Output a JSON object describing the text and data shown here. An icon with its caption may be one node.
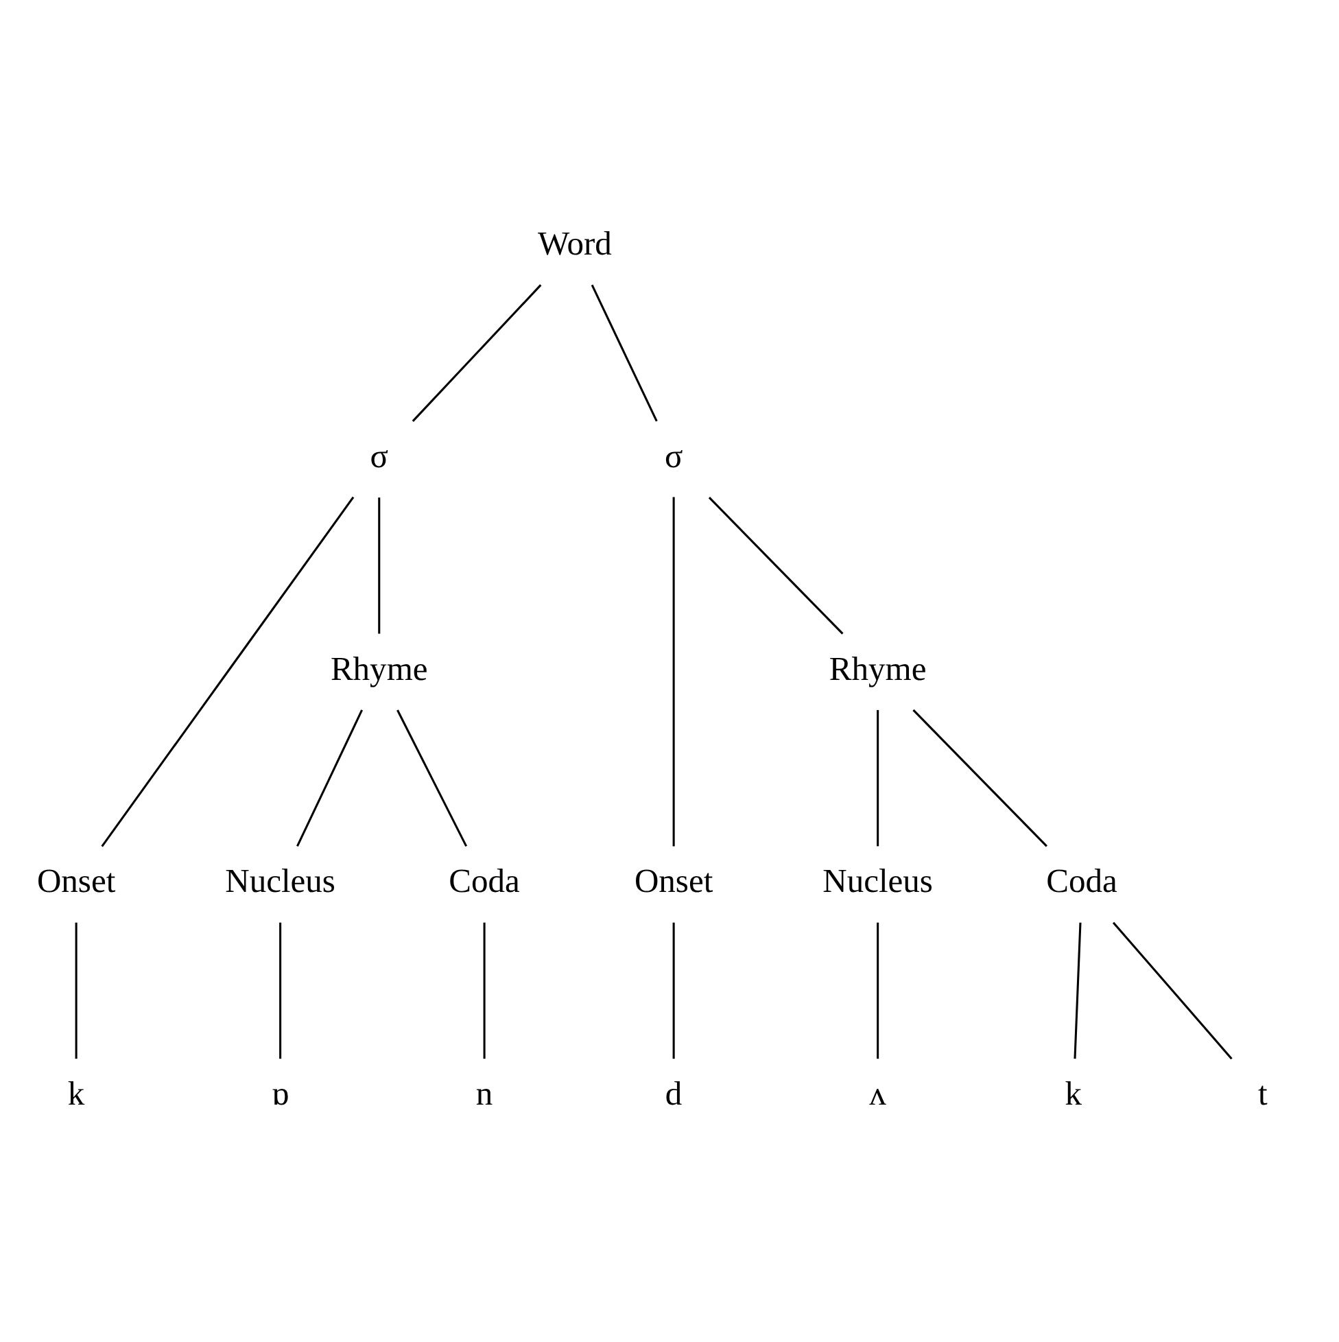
{
  "diagram": {
    "nodes": [
      {
        "text": [
          "Word"
        ]
      },
      {
        "text": [
          "σ"
        ]
      },
      {
        "text": [
          "σ"
        ]
      },
      {
        "text": [
          "Rhyme"
        ]
      },
      {
        "text": [
          "Rhyme"
        ]
      },
      {
        "text": [
          "Onset"
        ]
      },
      {
        "text": [
          "Nucleus"
        ]
      },
      {
        "text": [
          "Coda"
        ]
      },
      {
        "text": [
          "Onset"
        ]
      },
      {
        "text": [
          "Nucleus"
        ]
      },
      {
        "text": [
          "Coda"
        ]
      },
      {
        "text": [
          "k"
        ]
      },
      {
        "text": [
          "ɒ"
        ]
      },
      {
        "text": [
          "n"
        ]
      },
      {
        "text": [
          "d"
        ]
      },
      {
        "text": [
          "ʌ"
        ]
      },
      {
        "text": [
          "k"
        ]
      },
      {
        "text": [
          "t"
        ]
      }
    ],
    "edges": [
      {
        "from": 0,
        "to": 1,
        "arrow": "none"
      },
      {
        "from": 0,
        "to": 2,
        "arrow": "none"
      },
      {
        "from": 1,
        "to": 5,
        "arrow": "none"
      },
      {
        "from": 1,
        "to": 3,
        "arrow": "none"
      },
      {
        "from": 3,
        "to": 6,
        "arrow": "none"
      },
      {
        "from": 3,
        "to": 7,
        "arrow": "none"
      },
      {
        "from": 2,
        "to": 8,
        "arrow": "none"
      },
      {
        "from": 2,
        "to": 4,
        "arrow": "none"
      },
      {
        "from": 4,
        "to": 9,
        "arrow": "none"
      },
      {
        "from": 4,
        "to": 10,
        "arrow": "none"
      },
      {
        "from": 5,
        "to": 11,
        "arrow": "none"
      },
      {
        "from": 6,
        "to": 12,
        "arrow": "none"
      },
      {
        "from": 7,
        "to": 13,
        "arrow": "none"
      },
      {
        "from": 8,
        "to": 14,
        "arrow": "none"
      },
      {
        "from": 9,
        "to": 15,
        "arrow": "none"
      },
      {
        "from": 10,
        "to": 16,
        "arrow": "none"
      },
      {
        "from": 10,
        "to": 17,
        "arrow": "none"
      }
    ]
  }
}
